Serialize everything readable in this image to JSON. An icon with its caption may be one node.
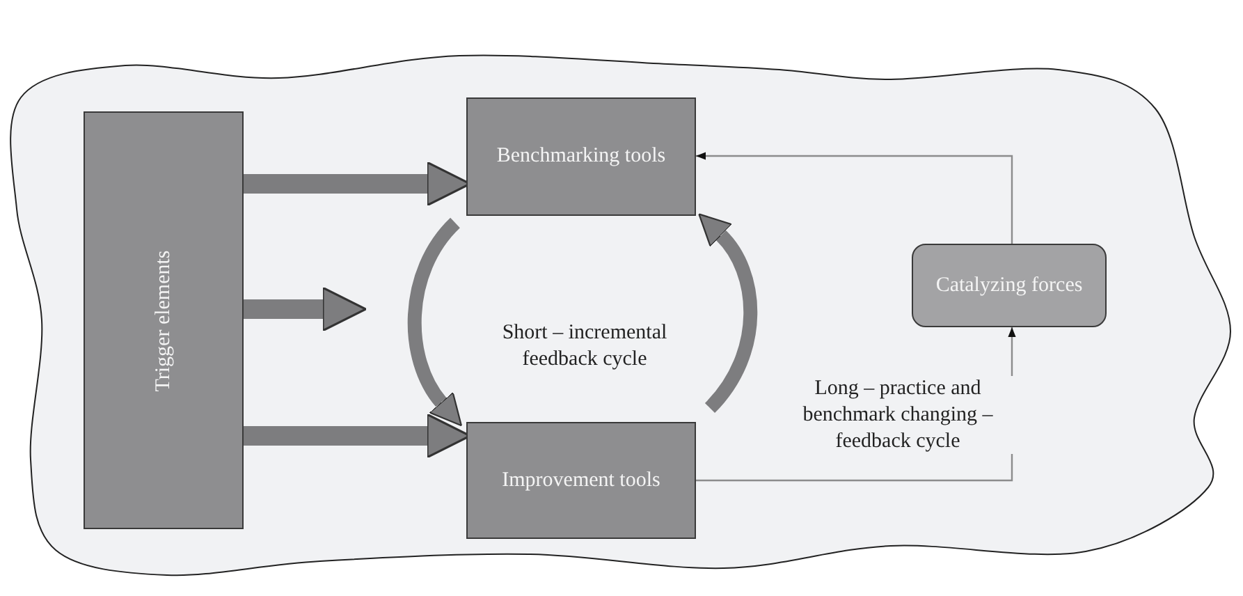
{
  "diagram": {
    "nodes": [
      {
        "text": [],
        "shape": "cloud"
      },
      {
        "text": [
          "Trigger elements"
        ],
        "in": 0
      },
      {
        "text": [
          "Benchmarking tools"
        ],
        "in": 0
      },
      {
        "text": [
          "Improvement tools"
        ],
        "in": 0
      },
      {
        "text": [
          "Catalyzing forces"
        ],
        "in": 0
      }
    ],
    "edges": [
      {
        "from": 1,
        "to": 2,
        "arrow": "to"
      },
      {
        "from": 1,
        "to": null,
        "arrow": "to"
      },
      {
        "from": 1,
        "to": 3,
        "arrow": "to"
      },
      {
        "from": 2,
        "to": 3,
        "arrow": "to"
      },
      {
        "from": 3,
        "to": 2,
        "arrow": "to"
      },
      {
        "from": 3,
        "to": 4,
        "arrow": "to",
        "label": "Long – practice and benchmark changing – feedback cycle",
        "color": "#8c8c8c"
      },
      {
        "from": 4,
        "to": 2,
        "arrow": "to",
        "color": "#8c8c8c"
      }
    ],
    "labels": [
      "Short – incremental feedback cycle"
    ]
  }
}
